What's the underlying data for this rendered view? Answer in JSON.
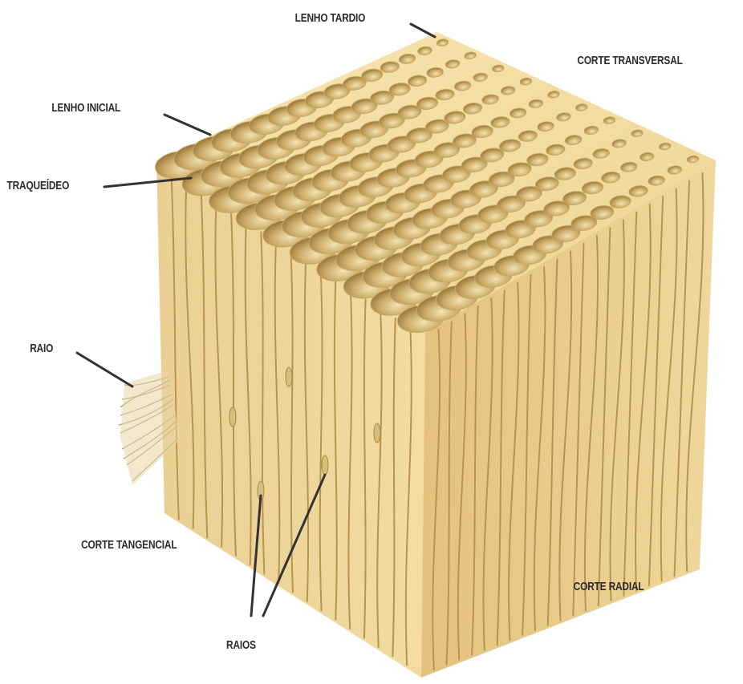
{
  "labels": {
    "lenho_tardio": "LENHO TARDIO",
    "corte_transversal": "CORTE TRANSVERSAL",
    "lenho_inicial": "LENHO INICIAL",
    "traqueideo": "TRAQUEÍDEO",
    "raio": "RAIO",
    "corte_tangencial": "CORTE TANGENCIAL",
    "corte_radial": "CORTE RADIAL",
    "raios": "RAIOS"
  },
  "colors": {
    "wood_top": "#f3dfa6",
    "wood_left": "#ecd295",
    "wood_right": "#e6c784",
    "cell_shadow": "#9a7a3c",
    "cell_light": "#f6e6b8",
    "leader": "#333333"
  }
}
